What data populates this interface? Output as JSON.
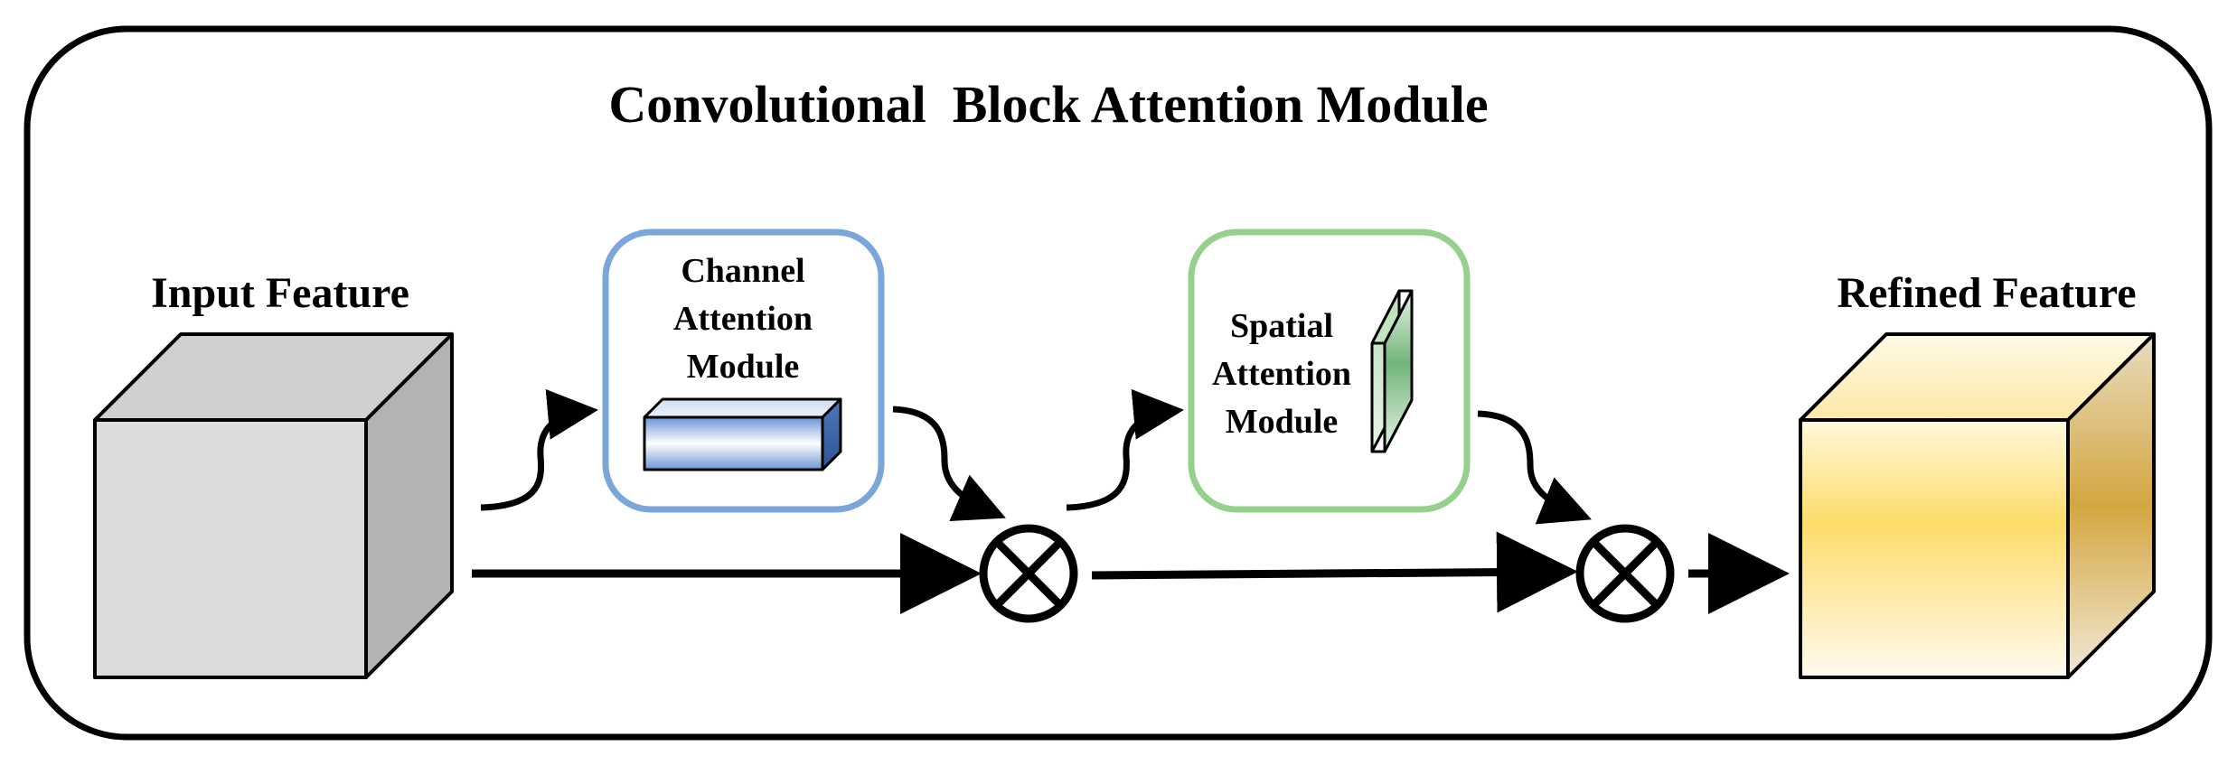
{
  "diagram": {
    "title": "Convolutional  Block Attention Module",
    "input_label": "Input Feature",
    "output_label": "Refined Feature",
    "channel_module": {
      "lines": [
        "Channel",
        "Attention",
        "Module"
      ]
    },
    "spatial_module": {
      "lines": [
        "Spatial",
        "Attention",
        "Module"
      ]
    },
    "operators": [
      "multiply-1",
      "multiply-2"
    ]
  },
  "colors": {
    "channel_border": "#7aa6d9",
    "spatial_border": "#95d18c",
    "input_cube": "#d9d9d9",
    "refined_cube": "#fddc6a"
  }
}
